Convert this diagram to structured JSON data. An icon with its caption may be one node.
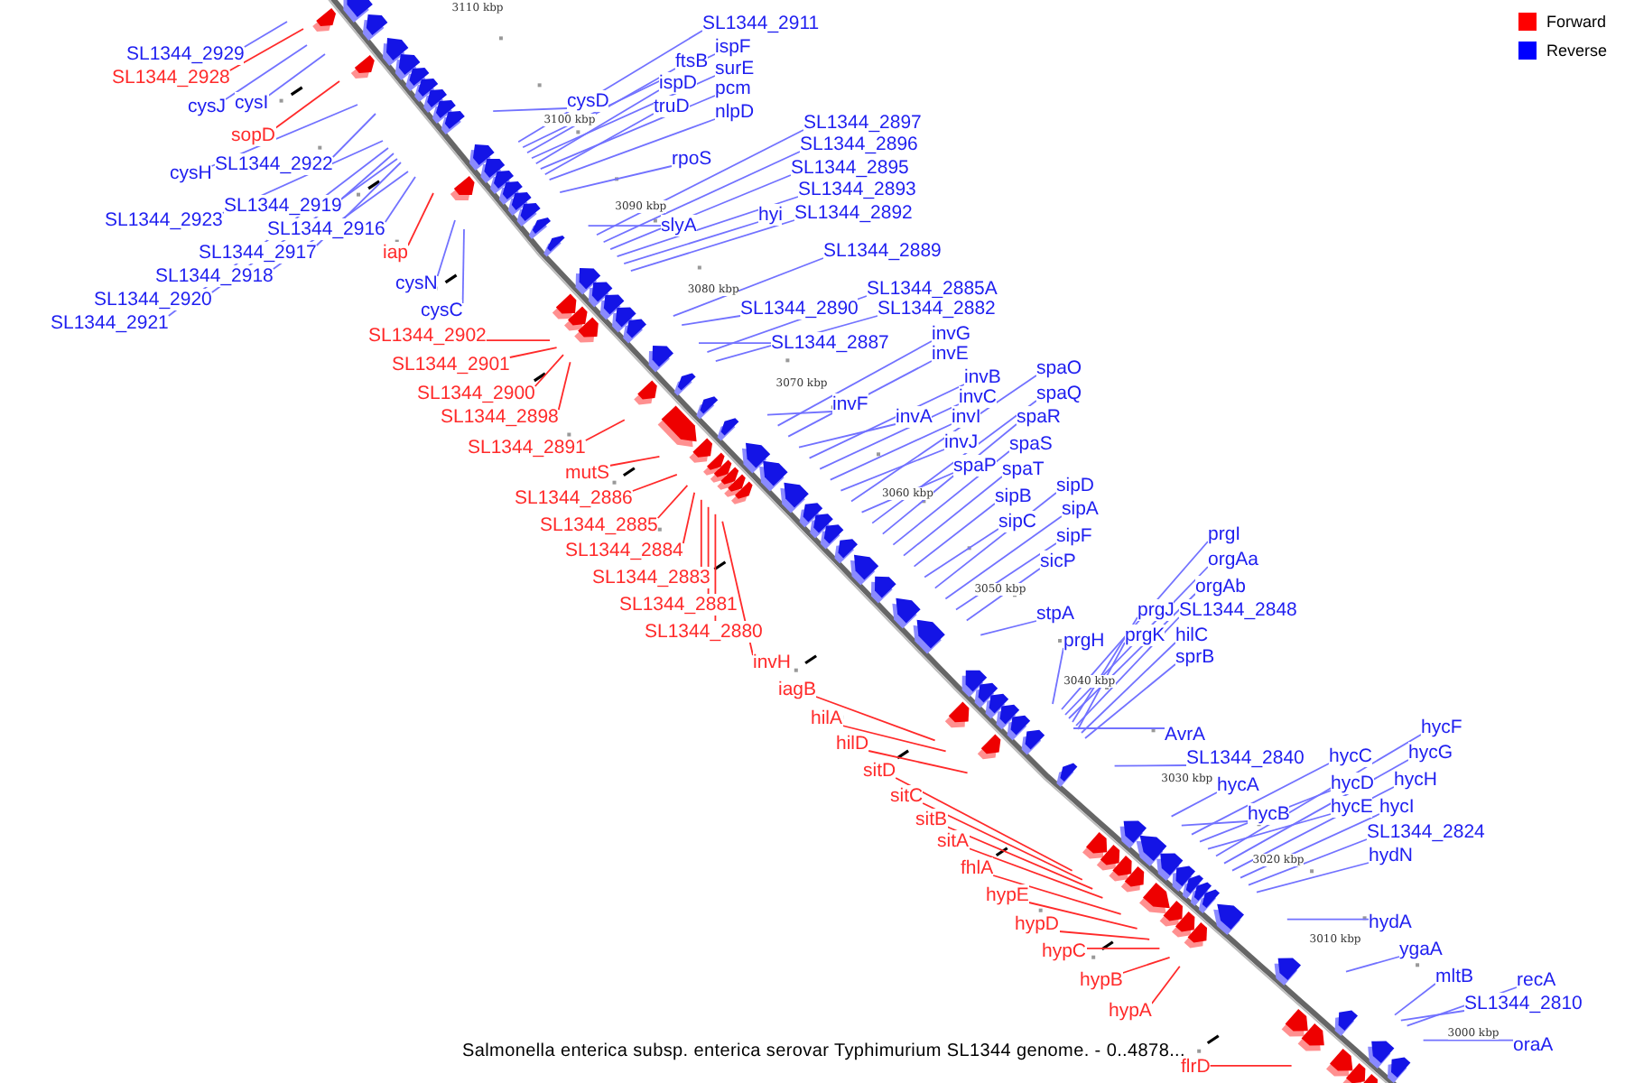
{
  "diagram": {
    "caption": "Salmonella enterica subsp. enterica serovar Typhimurium SL1344 genome. - 0..4878...",
    "nodes": [
      {
        "text": [
          "SL1344_2929"
        ]
      },
      {
        "text": [
          "SL1344_2928"
        ]
      },
      {
        "text": [
          "cysJ"
        ]
      },
      {
        "text": [
          "cysI"
        ]
      },
      {
        "text": [
          "sopD"
        ]
      },
      {
        "text": [
          "cysH"
        ]
      },
      {
        "text": [
          "SL1344_2922"
        ]
      },
      {
        "text": [
          "SL1344_2923"
        ]
      },
      {
        "text": [
          "SL1344_2919"
        ]
      },
      {
        "text": [
          "SL1344_2916"
        ]
      },
      {
        "text": [
          "SL1344_2917"
        ]
      },
      {
        "text": [
          "SL1344_2918"
        ]
      },
      {
        "text": [
          "SL1344_2920"
        ]
      },
      {
        "text": [
          "SL1344_2921"
        ]
      },
      {
        "text": [
          "iap"
        ]
      },
      {
        "text": [
          "cysN"
        ]
      },
      {
        "text": [
          "cysC"
        ]
      },
      {
        "text": [
          "SL1344_2911"
        ]
      },
      {
        "text": [
          "ispF"
        ]
      },
      {
        "text": [
          "ftsB"
        ]
      },
      {
        "text": [
          "surE"
        ]
      },
      {
        "text": [
          "ispD"
        ]
      },
      {
        "text": [
          "pcm"
        ]
      },
      {
        "text": [
          "truD"
        ]
      },
      {
        "text": [
          "nlpD"
        ]
      },
      {
        "text": [
          "cysD"
        ]
      },
      {
        "text": [
          "rpoS"
        ]
      },
      {
        "text": [
          "SL1344_2897"
        ]
      },
      {
        "text": [
          "SL1344_2896"
        ]
      },
      {
        "text": [
          "SL1344_2895"
        ]
      },
      {
        "text": [
          "SL1344_2893"
        ]
      },
      {
        "text": [
          "slyA"
        ]
      },
      {
        "text": [
          "hyi"
        ]
      },
      {
        "text": [
          "SL1344_2892"
        ]
      },
      {
        "text": [
          "SL1344_2889"
        ]
      },
      {
        "text": [
          "SL1344_2885A"
        ]
      },
      {
        "text": [
          "SL1344_2882"
        ]
      },
      {
        "text": [
          "SL1344_2890"
        ]
      },
      {
        "text": [
          "SL1344_2887"
        ]
      },
      {
        "text": [
          "invG"
        ]
      },
      {
        "text": [
          "invE"
        ]
      },
      {
        "text": [
          "invF"
        ]
      },
      {
        "text": [
          "invB"
        ]
      },
      {
        "text": [
          "invC"
        ]
      },
      {
        "text": [
          "invI"
        ]
      },
      {
        "text": [
          "invA"
        ]
      },
      {
        "text": [
          "invJ"
        ]
      },
      {
        "text": [
          "spaO"
        ]
      },
      {
        "text": [
          "spaQ"
        ]
      },
      {
        "text": [
          "spaR"
        ]
      },
      {
        "text": [
          "spaS"
        ]
      },
      {
        "text": [
          "spaP"
        ]
      },
      {
        "text": [
          "spaT"
        ]
      },
      {
        "text": [
          "sipB"
        ]
      },
      {
        "text": [
          "sipC"
        ]
      },
      {
        "text": [
          "sipD"
        ]
      },
      {
        "text": [
          "sipA"
        ]
      },
      {
        "text": [
          "sipF"
        ]
      },
      {
        "text": [
          "sicP"
        ]
      },
      {
        "text": [
          "stpA"
        ]
      },
      {
        "text": [
          "prgH"
        ]
      },
      {
        "text": [
          "prgI"
        ]
      },
      {
        "text": [
          "orgAa"
        ]
      },
      {
        "text": [
          "orgAb"
        ]
      },
      {
        "text": [
          "prgJ"
        ]
      },
      {
        "text": [
          "SL1344_2848"
        ]
      },
      {
        "text": [
          "prgK"
        ]
      },
      {
        "text": [
          "hilC"
        ]
      },
      {
        "text": [
          "sprB"
        ]
      },
      {
        "text": [
          "AvrA"
        ]
      },
      {
        "text": [
          "SL1344_2840"
        ]
      },
      {
        "text": [
          "hycA"
        ]
      },
      {
        "text": [
          "hycB"
        ]
      },
      {
        "text": [
          "hycC"
        ]
      },
      {
        "text": [
          "hycD"
        ]
      },
      {
        "text": [
          "hycE"
        ]
      },
      {
        "text": [
          "hycF"
        ]
      },
      {
        "text": [
          "hycG"
        ]
      },
      {
        "text": [
          "hycH"
        ]
      },
      {
        "text": [
          "hycI"
        ]
      },
      {
        "text": [
          "SL1344_2824"
        ]
      },
      {
        "text": [
          "hydN"
        ]
      },
      {
        "text": [
          "hydA"
        ]
      },
      {
        "text": [
          "ygaA"
        ]
      },
      {
        "text": [
          "mltB"
        ]
      },
      {
        "text": [
          "recA"
        ]
      },
      {
        "text": [
          "SL1344_2810"
        ]
      },
      {
        "text": [
          "oraA"
        ]
      },
      {
        "text": [
          "SL1344_2902"
        ]
      },
      {
        "text": [
          "SL1344_2901"
        ]
      },
      {
        "text": [
          "SL1344_2900"
        ]
      },
      {
        "text": [
          "SL1344_2898"
        ]
      },
      {
        "text": [
          "SL1344_2891"
        ]
      },
      {
        "text": [
          "mutS"
        ]
      },
      {
        "text": [
          "SL1344_2886"
        ]
      },
      {
        "text": [
          "SL1344_2885"
        ]
      },
      {
        "text": [
          "SL1344_2884"
        ]
      },
      {
        "text": [
          "SL1344_2883"
        ]
      },
      {
        "text": [
          "SL1344_2881"
        ]
      },
      {
        "text": [
          "SL1344_2880"
        ]
      },
      {
        "text": [
          "invH"
        ]
      },
      {
        "text": [
          "iagB"
        ]
      },
      {
        "text": [
          "hilA"
        ]
      },
      {
        "text": [
          "hilD"
        ]
      },
      {
        "text": [
          "sitD"
        ]
      },
      {
        "text": [
          "sitC"
        ]
      },
      {
        "text": [
          "sitB"
        ]
      },
      {
        "text": [
          "sitA"
        ]
      },
      {
        "text": [
          "fhlA"
        ]
      },
      {
        "text": [
          "hypE"
        ]
      },
      {
        "text": [
          "hypD"
        ]
      },
      {
        "text": [
          "hypC"
        ]
      },
      {
        "text": [
          "hypB"
        ]
      },
      {
        "text": [
          "hypA"
        ]
      },
      {
        "text": [
          "flrD"
        ]
      }
    ],
    "edges": [
      {
        "from": 0,
        "to": null,
        "arrow": "none"
      },
      {
        "from": 1,
        "to": null,
        "arrow": "none",
        "color": "#ff2a2a"
      },
      {
        "from": 2,
        "to": null,
        "arrow": "none"
      },
      {
        "from": 3,
        "to": null,
        "arrow": "none"
      },
      {
        "from": 4,
        "to": null,
        "arrow": "none",
        "color": "#ff2a2a"
      },
      {
        "from": 5,
        "to": null,
        "arrow": "none"
      },
      {
        "from": 6,
        "to": null,
        "arrow": "none"
      },
      {
        "from": 7,
        "to": null,
        "arrow": "none"
      },
      {
        "from": 8,
        "to": null,
        "arrow": "none"
      },
      {
        "from": 9,
        "to": null,
        "arrow": "none"
      },
      {
        "from": 10,
        "to": null,
        "arrow": "none"
      },
      {
        "from": 11,
        "to": null,
        "arrow": "none"
      },
      {
        "from": 12,
        "to": null,
        "arrow": "none"
      },
      {
        "from": 13,
        "to": null,
        "arrow": "none"
      },
      {
        "from": 14,
        "to": null,
        "arrow": "none",
        "color": "#ff2a2a"
      },
      {
        "from": 15,
        "to": null,
        "arrow": "none"
      },
      {
        "from": 16,
        "to": null,
        "arrow": "none"
      },
      {
        "from": 17,
        "to": null,
        "arrow": "none"
      },
      {
        "from": 18,
        "to": null,
        "arrow": "none"
      },
      {
        "from": 19,
        "to": null,
        "arrow": "none"
      },
      {
        "from": 20,
        "to": null,
        "arrow": "none"
      },
      {
        "from": 21,
        "to": null,
        "arrow": "none"
      },
      {
        "from": 22,
        "to": null,
        "arrow": "none"
      },
      {
        "from": 23,
        "to": null,
        "arrow": "none"
      },
      {
        "from": 24,
        "to": null,
        "arrow": "none"
      },
      {
        "from": 25,
        "to": null,
        "arrow": "none"
      },
      {
        "from": 26,
        "to": null,
        "arrow": "none"
      },
      {
        "from": 27,
        "to": null,
        "arrow": "none"
      },
      {
        "from": 28,
        "to": null,
        "arrow": "none"
      },
      {
        "from": 29,
        "to": null,
        "arrow": "none"
      },
      {
        "from": 30,
        "to": null,
        "arrow": "none"
      },
      {
        "from": 31,
        "to": null,
        "arrow": "none"
      },
      {
        "from": 32,
        "to": null,
        "arrow": "none"
      },
      {
        "from": 33,
        "to": null,
        "arrow": "none"
      },
      {
        "from": 34,
        "to": null,
        "arrow": "none"
      },
      {
        "from": 35,
        "to": null,
        "arrow": "none"
      },
      {
        "from": 36,
        "to": null,
        "arrow": "none"
      },
      {
        "from": 37,
        "to": null,
        "arrow": "none"
      },
      {
        "from": 38,
        "to": null,
        "arrow": "none"
      },
      {
        "from": 39,
        "to": null,
        "arrow": "none"
      },
      {
        "from": 40,
        "to": null,
        "arrow": "none"
      },
      {
        "from": 41,
        "to": null,
        "arrow": "none"
      },
      {
        "from": 42,
        "to": null,
        "arrow": "none"
      },
      {
        "from": 43,
        "to": null,
        "arrow": "none"
      },
      {
        "from": 44,
        "to": null,
        "arrow": "none"
      },
      {
        "from": 45,
        "to": null,
        "arrow": "none"
      },
      {
        "from": 46,
        "to": null,
        "arrow": "none"
      },
      {
        "from": 47,
        "to": null,
        "arrow": "none"
      },
      {
        "from": 48,
        "to": null,
        "arrow": "none"
      },
      {
        "from": 49,
        "to": null,
        "arrow": "none"
      },
      {
        "from": 50,
        "to": null,
        "arrow": "none"
      },
      {
        "from": 51,
        "to": null,
        "arrow": "none"
      },
      {
        "from": 52,
        "to": null,
        "arrow": "none"
      },
      {
        "from": 53,
        "to": null,
        "arrow": "none"
      },
      {
        "from": 54,
        "to": null,
        "arrow": "none"
      },
      {
        "from": 55,
        "to": null,
        "arrow": "none"
      },
      {
        "from": 56,
        "to": null,
        "arrow": "none"
      },
      {
        "from": 57,
        "to": null,
        "arrow": "none"
      },
      {
        "from": 58,
        "to": null,
        "arrow": "none"
      },
      {
        "from": 59,
        "to": null,
        "arrow": "none"
      },
      {
        "from": 60,
        "to": null,
        "arrow": "none"
      },
      {
        "from": 61,
        "to": null,
        "arrow": "none"
      },
      {
        "from": 62,
        "to": null,
        "arrow": "none"
      },
      {
        "from": 63,
        "to": null,
        "arrow": "none"
      },
      {
        "from": 64,
        "to": null,
        "arrow": "none"
      },
      {
        "from": 65,
        "to": null,
        "arrow": "none"
      },
      {
        "from": 66,
        "to": null,
        "arrow": "none"
      },
      {
        "from": 67,
        "to": null,
        "arrow": "none"
      },
      {
        "from": 68,
        "to": null,
        "arrow": "none"
      },
      {
        "from": 69,
        "to": null,
        "arrow": "none"
      },
      {
        "from": 70,
        "to": null,
        "arrow": "none"
      },
      {
        "from": 71,
        "to": null,
        "arrow": "none"
      },
      {
        "from": 72,
        "to": null,
        "arrow": "none"
      },
      {
        "from": 73,
        "to": null,
        "arrow": "none"
      },
      {
        "from": 74,
        "to": null,
        "arrow": "none"
      },
      {
        "from": 75,
        "to": null,
        "arrow": "none"
      },
      {
        "from": 76,
        "to": null,
        "arrow": "none"
      },
      {
        "from": 77,
        "to": null,
        "arrow": "none"
      },
      {
        "from": 78,
        "to": null,
        "arrow": "none"
      },
      {
        "from": 79,
        "to": null,
        "arrow": "none"
      },
      {
        "from": 80,
        "to": null,
        "arrow": "none"
      },
      {
        "from": 81,
        "to": null,
        "arrow": "none"
      },
      {
        "from": 82,
        "to": null,
        "arrow": "none"
      },
      {
        "from": 83,
        "to": null,
        "arrow": "none"
      },
      {
        "from": 84,
        "to": null,
        "arrow": "none"
      },
      {
        "from": 85,
        "to": null,
        "arrow": "none"
      },
      {
        "from": 86,
        "to": null,
        "arrow": "none"
      },
      {
        "from": 87,
        "to": null,
        "arrow": "none"
      },
      {
        "from": 88,
        "to": null,
        "arrow": "none",
        "color": "#ff2a2a"
      },
      {
        "from": 89,
        "to": null,
        "arrow": "none",
        "color": "#ff2a2a"
      },
      {
        "from": 90,
        "to": null,
        "arrow": "none",
        "color": "#ff2a2a"
      },
      {
        "from": 91,
        "to": null,
        "arrow": "none",
        "color": "#ff2a2a"
      },
      {
        "from": 92,
        "to": null,
        "arrow": "none",
        "color": "#ff2a2a"
      },
      {
        "from": 93,
        "to": null,
        "arrow": "none",
        "color": "#ff2a2a"
      },
      {
        "from": 94,
        "to": null,
        "arrow": "none",
        "color": "#ff2a2a"
      },
      {
        "from": 95,
        "to": null,
        "arrow": "none",
        "color": "#ff2a2a"
      },
      {
        "from": 96,
        "to": null,
        "arrow": "none",
        "color": "#ff2a2a"
      },
      {
        "from": 97,
        "to": null,
        "arrow": "none",
        "color": "#ff2a2a"
      },
      {
        "from": 98,
        "to": null,
        "arrow": "none",
        "color": "#ff2a2a"
      },
      {
        "from": 99,
        "to": null,
        "arrow": "none",
        "color": "#ff2a2a"
      },
      {
        "from": 100,
        "to": null,
        "arrow": "none",
        "color": "#ff2a2a"
      },
      {
        "from": 101,
        "to": null,
        "arrow": "none",
        "color": "#ff2a2a"
      },
      {
        "from": 102,
        "to": null,
        "arrow": "none",
        "color": "#ff2a2a"
      },
      {
        "from": 103,
        "to": null,
        "arrow": "none",
        "color": "#ff2a2a"
      },
      {
        "from": 104,
        "to": null,
        "arrow": "none",
        "color": "#ff2a2a"
      },
      {
        "from": 105,
        "to": null,
        "arrow": "none",
        "color": "#ff2a2a"
      },
      {
        "from": 106,
        "to": null,
        "arrow": "none",
        "color": "#ff2a2a"
      },
      {
        "from": 107,
        "to": null,
        "arrow": "none",
        "color": "#ff2a2a"
      },
      {
        "from": 108,
        "to": null,
        "arrow": "none",
        "color": "#ff2a2a"
      },
      {
        "from": 109,
        "to": null,
        "arrow": "none",
        "color": "#ff2a2a"
      },
      {
        "from": 110,
        "to": null,
        "arrow": "none",
        "color": "#ff2a2a"
      },
      {
        "from": 111,
        "to": null,
        "arrow": "none",
        "color": "#ff2a2a"
      },
      {
        "from": 112,
        "to": null,
        "arrow": "none",
        "color": "#ff2a2a"
      },
      {
        "from": 113,
        "to": null,
        "arrow": "none",
        "color": "#ff2a2a"
      },
      {
        "from": 114,
        "to": null,
        "arrow": "none",
        "color": "#ff2a2a"
      }
    ],
    "labels": [
      "3110 kbp",
      "3100 kbp",
      "3090 kbp",
      "3080 kbp",
      "3070 kbp",
      "3060 kbp",
      "3050 kbp",
      "3040 kbp",
      "3030 kbp",
      "3020 kbp",
      "3010 kbp",
      "3000 kbp"
    ],
    "legend": [
      {
        "text": "Forward",
        "color": "#ff0000"
      },
      {
        "text": "Reverse",
        "color": "#0000ff"
      }
    ]
  }
}
